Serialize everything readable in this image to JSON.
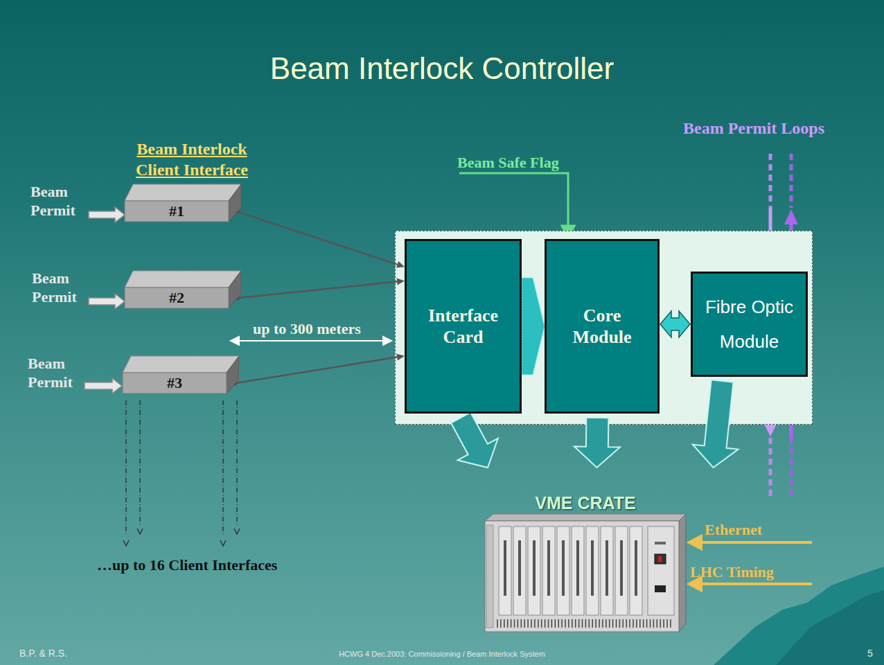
{
  "diagram": {
    "title": "Beam Interlock Controller",
    "nodes": [
      {
        "text": [
          "#1"
        ]
      },
      {
        "text": [
          "#2"
        ]
      },
      {
        "text": [
          "#3"
        ]
      },
      {
        "text": [
          "Interface Card"
        ]
      },
      {
        "text": [
          "Core Module"
        ]
      },
      {
        "text": [
          "Fibre Optic Module"
        ]
      },
      {
        "text": [
          "VME CRATE"
        ]
      }
    ],
    "edges": [
      {
        "from": 0,
        "to": 3,
        "arrow": "to"
      },
      {
        "from": 1,
        "to": 3,
        "arrow": "to"
      },
      {
        "from": 2,
        "to": 3,
        "arrow": "to"
      },
      {
        "from": 3,
        "to": 4,
        "arrow": "to"
      },
      {
        "from": 4,
        "to": 5,
        "arrow": "both"
      },
      {
        "from": 3,
        "to": 6,
        "arrow": "to"
      },
      {
        "from": 4,
        "to": 6,
        "arrow": "to"
      },
      {
        "from": 5,
        "to": 6,
        "arrow": "to"
      }
    ],
    "labels": [
      "Beam Interlock Client Interface",
      "Beam Permit",
      "Beam Permit",
      "Beam Permit",
      "up to 300 meters",
      "…up to 16 Client Interfaces",
      "Beam Safe Flag",
      "Beam Permit Loops",
      "Ethernet",
      "LHC Timing",
      "B.P. & R.S.",
      "HCWG 4 Dec.2003: Commissioning / Beam Interlock System",
      "5"
    ]
  }
}
